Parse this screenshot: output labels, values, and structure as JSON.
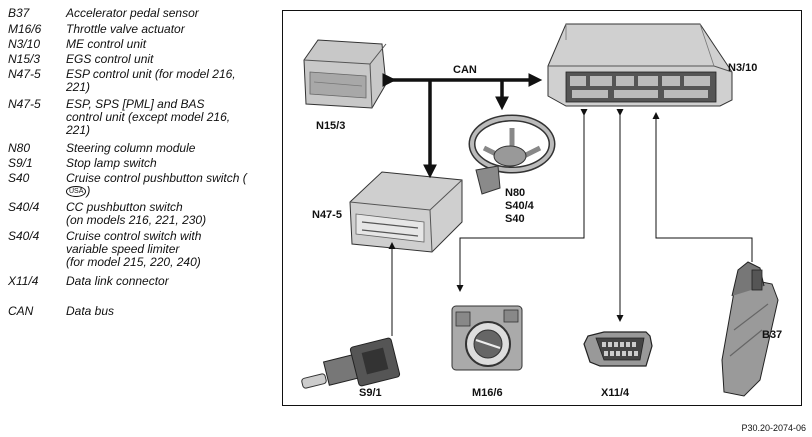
{
  "legend": [
    {
      "code": "B37",
      "lines": [
        "Accelerator pedal sensor"
      ]
    },
    {
      "code": "M16/6",
      "lines": [
        "Throttle valve actuator"
      ]
    },
    {
      "code": "N3/10",
      "lines": [
        "ME control unit"
      ]
    },
    {
      "code": "N15/3",
      "lines": [
        "EGS control unit"
      ]
    },
    {
      "code": "N47-5",
      "lines": [
        "ESP control unit (for model 216,",
        "221)"
      ]
    },
    {
      "code": "N47-5",
      "lines": [
        "ESP, SPS [PML] and BAS",
        "control unit (except model 216,",
        "221)"
      ]
    },
    {
      "code": "N80",
      "lines": [
        "Steering column module"
      ]
    },
    {
      "code": "S9/1",
      "lines": [
        "Stop lamp switch"
      ]
    },
    {
      "code": "S40",
      "lines": [
        "Cruise control pushbutton switch (",
        ")"
      ],
      "badge": "USA"
    },
    {
      "code": "S40/4",
      "lines": [
        "CC pushbutton switch",
        "(on models 216, 221, 230)"
      ]
    },
    {
      "code": "S40/4",
      "lines": [
        "Cruise control switch with",
        "variable speed limiter",
        "(for model 215, 220, 240)"
      ]
    },
    {
      "code": "X11/4",
      "lines": [
        "Data link connector"
      ]
    },
    {
      "code": "CAN",
      "lines": [
        "Data bus"
      ]
    }
  ],
  "diagram": {
    "bus_label": "CAN",
    "components": {
      "n3_10": "N3/10",
      "n15_3": "N15/3",
      "n80": [
        "N80",
        "S40/4",
        "S40"
      ],
      "n47_5": "N47-5",
      "s9_1": "S9/1",
      "m16_6": "M16/6",
      "x11_4": "X11/4",
      "b37": "B37"
    }
  },
  "figure_ref": "P30.20-2074-06"
}
